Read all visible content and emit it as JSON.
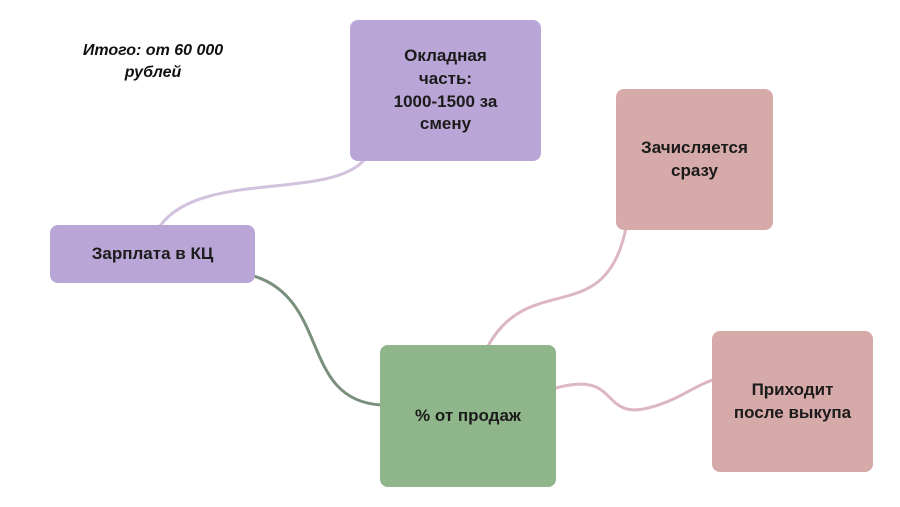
{
  "note": {
    "text": "Итого: от 60 000\nрублей"
  },
  "nodes": {
    "salary_kc": {
      "label": "Зарплата в КЦ",
      "color": "#b9a5d6"
    },
    "base_pay": {
      "label": "Окладная\nчасть:\n1000-1500 за\nсмену",
      "color": "#b9a5d6"
    },
    "sales_percent": {
      "label": "% от продаж",
      "color": "#8fb68a"
    },
    "credited_immediately": {
      "label": "Зачисляется\nсразу",
      "color": "#d6aaa9"
    },
    "after_buyout": {
      "label": "Приходит\nпосле выкупа",
      "color": "#d6aaa9"
    }
  },
  "colors": {
    "purple_connector": "#d3c2de",
    "green_connector": "#7a8f7c",
    "pink_connector": "#dcb6c4"
  }
}
